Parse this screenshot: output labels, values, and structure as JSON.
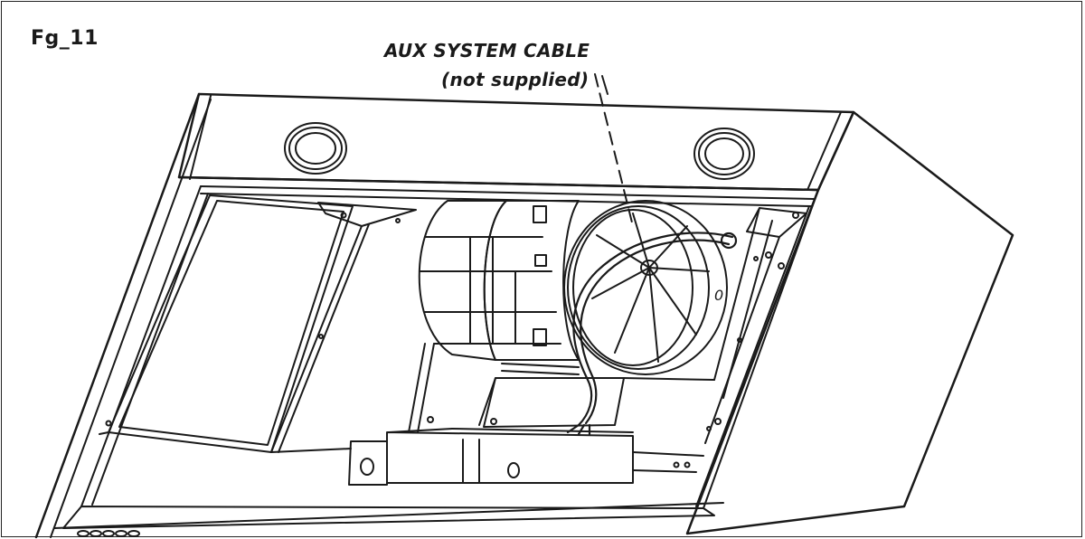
{
  "figure": {
    "label": "Fg_11"
  },
  "callout": {
    "line1": "AUX SYSTEM CABLE",
    "line2": "(not supplied)"
  },
  "colors": {
    "stroke": "#1a1a1a",
    "background": "#ffffff"
  }
}
